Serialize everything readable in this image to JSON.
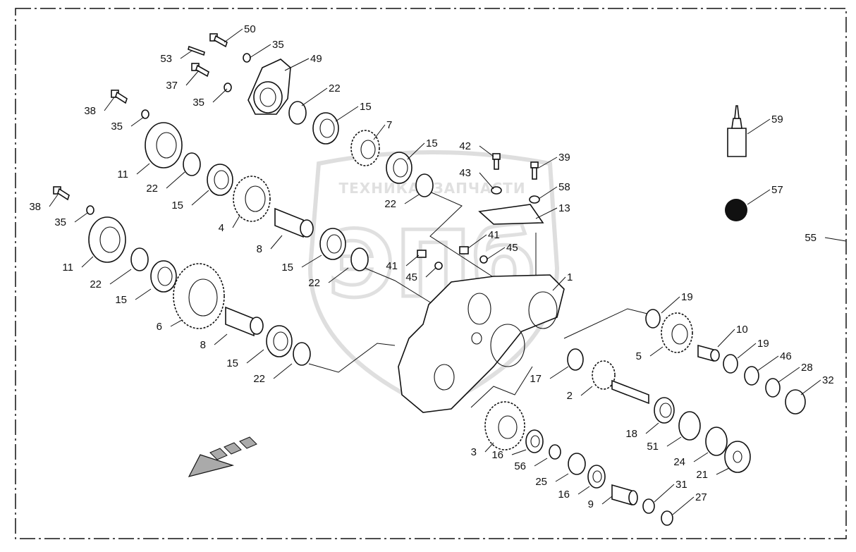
{
  "watermark": {
    "line1": "ТЕХНИКА",
    "line2": "ЗАПЧАСТИ",
    "logo_letters": "ЭПб",
    "color": "#cfcfcf"
  },
  "frame": {
    "style": "dash-dot border",
    "color": "#111111"
  },
  "callouts": [
    {
      "label": "50",
      "pid": "50"
    },
    {
      "label": "35",
      "pid": "35a"
    },
    {
      "label": "53",
      "pid": "53"
    },
    {
      "label": "49",
      "pid": "49"
    },
    {
      "label": "37",
      "pid": "37"
    },
    {
      "label": "35",
      "pid": "35b"
    },
    {
      "label": "22",
      "pid": "22a"
    },
    {
      "label": "38",
      "pid": "38a"
    },
    {
      "label": "35",
      "pid": "35c"
    },
    {
      "label": "15",
      "pid": "15a"
    },
    {
      "label": "7",
      "pid": "7"
    },
    {
      "label": "11",
      "pid": "11a"
    },
    {
      "label": "15",
      "pid": "15b"
    },
    {
      "label": "22",
      "pid": "22b"
    },
    {
      "label": "42",
      "pid": "42"
    },
    {
      "label": "39",
      "pid": "39"
    },
    {
      "label": "15",
      "pid": "15c"
    },
    {
      "label": "43",
      "pid": "43"
    },
    {
      "label": "58",
      "pid": "58"
    },
    {
      "label": "22",
      "pid": "22c"
    },
    {
      "label": "13",
      "pid": "13"
    },
    {
      "label": "38",
      "pid": "38b"
    },
    {
      "label": "35",
      "pid": "35d"
    },
    {
      "label": "4",
      "pid": "4"
    },
    {
      "label": "41",
      "pid": "41a"
    },
    {
      "label": "45",
      "pid": "45a"
    },
    {
      "label": "8",
      "pid": "8a"
    },
    {
      "label": "41",
      "pid": "41b"
    },
    {
      "label": "45",
      "pid": "45b"
    },
    {
      "label": "11",
      "pid": "11b"
    },
    {
      "label": "15",
      "pid": "15d"
    },
    {
      "label": "22",
      "pid": "22d"
    },
    {
      "label": "1",
      "pid": "1"
    },
    {
      "label": "22",
      "pid": "22e"
    },
    {
      "label": "15",
      "pid": "15e"
    },
    {
      "label": "19",
      "pid": "19a"
    },
    {
      "label": "6",
      "pid": "6"
    },
    {
      "label": "10",
      "pid": "10"
    },
    {
      "label": "5",
      "pid": "5"
    },
    {
      "label": "19",
      "pid": "19b"
    },
    {
      "label": "8",
      "pid": "8b"
    },
    {
      "label": "46",
      "pid": "46"
    },
    {
      "label": "15",
      "pid": "15f"
    },
    {
      "label": "28",
      "pid": "28"
    },
    {
      "label": "17",
      "pid": "17"
    },
    {
      "label": "32",
      "pid": "32"
    },
    {
      "label": "22",
      "pid": "22f"
    },
    {
      "label": "2",
      "pid": "2"
    },
    {
      "label": "18",
      "pid": "18"
    },
    {
      "label": "51",
      "pid": "51"
    },
    {
      "label": "3",
      "pid": "3"
    },
    {
      "label": "16",
      "pid": "16a"
    },
    {
      "label": "24",
      "pid": "24"
    },
    {
      "label": "21",
      "pid": "21"
    },
    {
      "label": "56",
      "pid": "56"
    },
    {
      "label": "25",
      "pid": "25"
    },
    {
      "label": "16",
      "pid": "16b"
    },
    {
      "label": "31",
      "pid": "31"
    },
    {
      "label": "9",
      "pid": "9"
    },
    {
      "label": "27",
      "pid": "27"
    },
    {
      "label": "59",
      "pid": "59"
    },
    {
      "label": "57",
      "pid": "57"
    },
    {
      "label": "55",
      "pid": "55"
    }
  ]
}
